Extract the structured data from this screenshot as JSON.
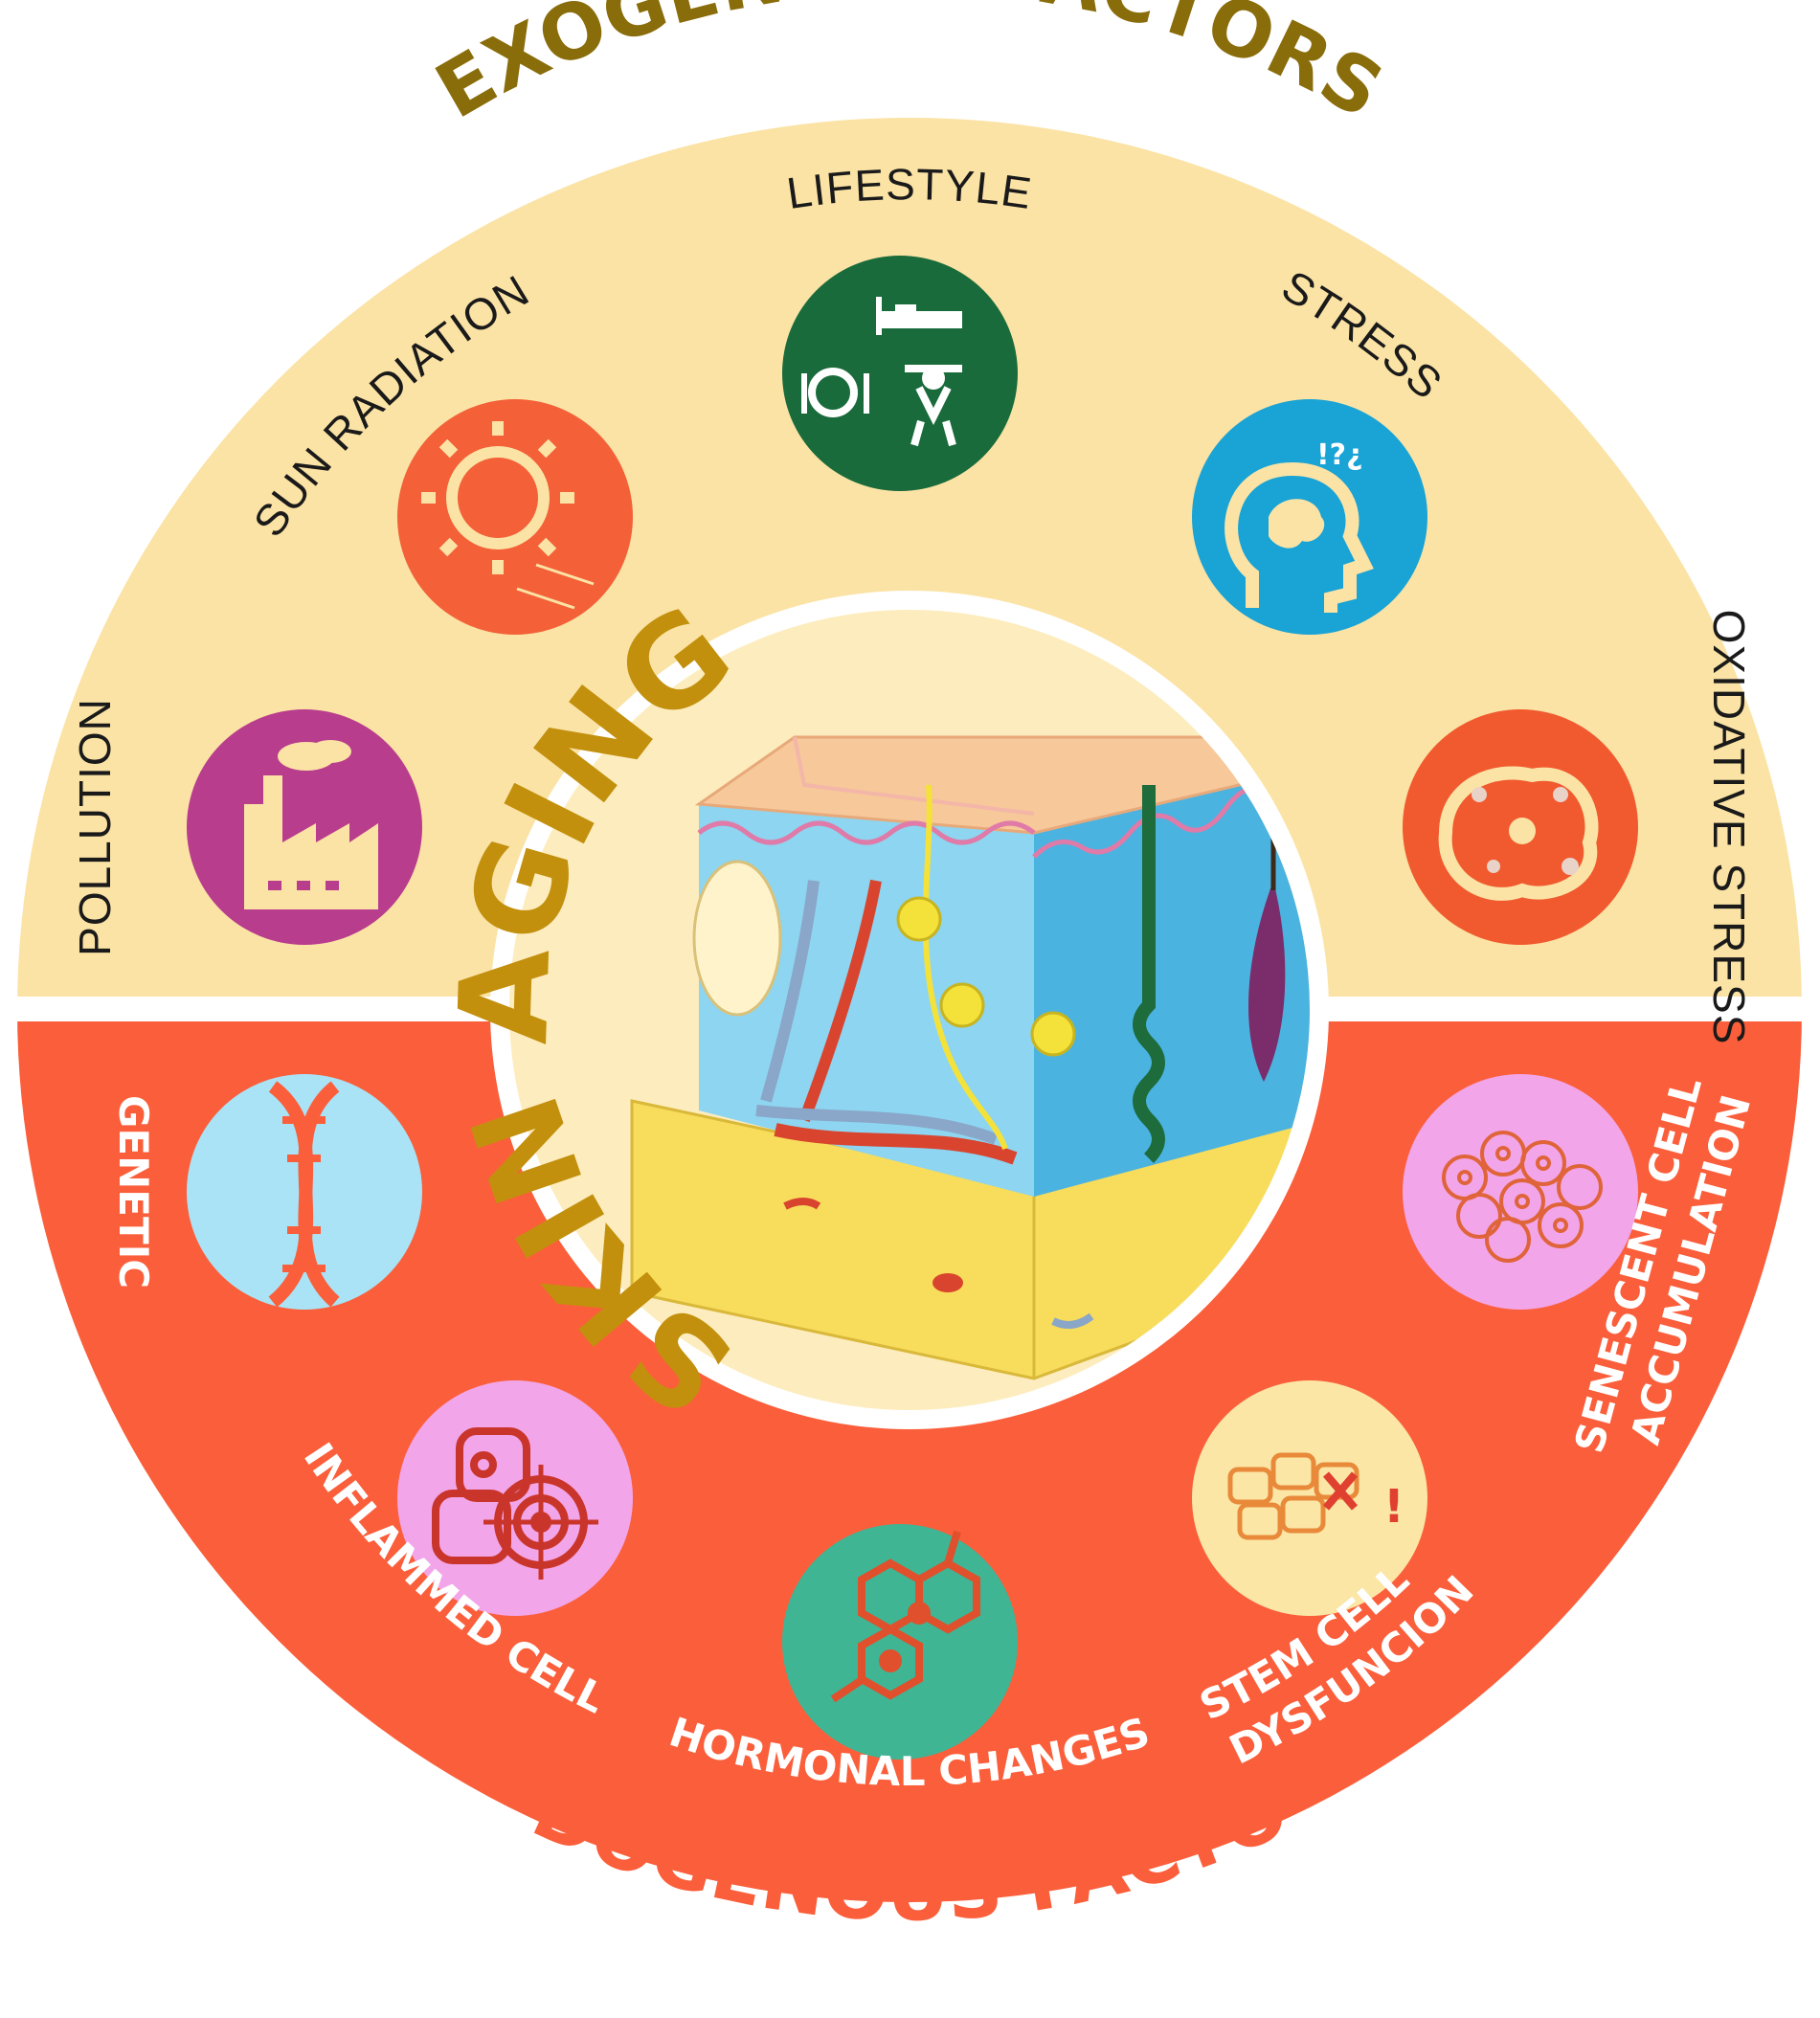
{
  "colors": {
    "exo_band": "#fbe3a5",
    "endo_band": "#fb5e3a",
    "center_fill": "#fdecbd",
    "exo_title": "#8a6d0b",
    "endo_title": "#fb5e3a",
    "center_title": "#c3900d"
  },
  "titles": {
    "exogenous": "EXOGENOUS FACTORS",
    "endogenous": "ENDOGENOUS FACTORS",
    "center": "SKIN AGING"
  },
  "exogenous_factors": [
    {
      "label": "POLLUTION",
      "icon": "factory-icon",
      "color": "#b83d8d"
    },
    {
      "label": "SUN RADIATION",
      "icon": "sun-icon",
      "color": "#f46038"
    },
    {
      "label": "LIFESTYLE",
      "icon": "lifestyle-icon",
      "color": "#1a6b3b"
    },
    {
      "label": "STRESS",
      "icon": "brain-head-icon",
      "color": "#1aa3d5"
    },
    {
      "label": "OXIDATIVE STRESS",
      "icon": "oxidized-cell-icon",
      "color": "#f15a2f"
    }
  ],
  "endogenous_factors": [
    {
      "label": "GENETIC",
      "icon": "dna-icon",
      "color": "#a9e3f5"
    },
    {
      "label": "INFLAMMED CELL",
      "icon": "target-cell-icon",
      "color": "#f2a5e8"
    },
    {
      "label": "HORMONAL CHANGES",
      "icon": "hormone-molecule-icon",
      "color": "#3fb594"
    },
    {
      "label": "STEM CELL",
      "label2": "DYSFUNCION",
      "icon": "damaged-cells-icon",
      "color": "#fbe6a6"
    },
    {
      "label": "SENESCENT CELL",
      "label2": "ACCUMULATION",
      "icon": "senescent-cells-icon",
      "color": "#f2a5e8"
    }
  ],
  "center_illustration": "skin-cross-section-icon"
}
